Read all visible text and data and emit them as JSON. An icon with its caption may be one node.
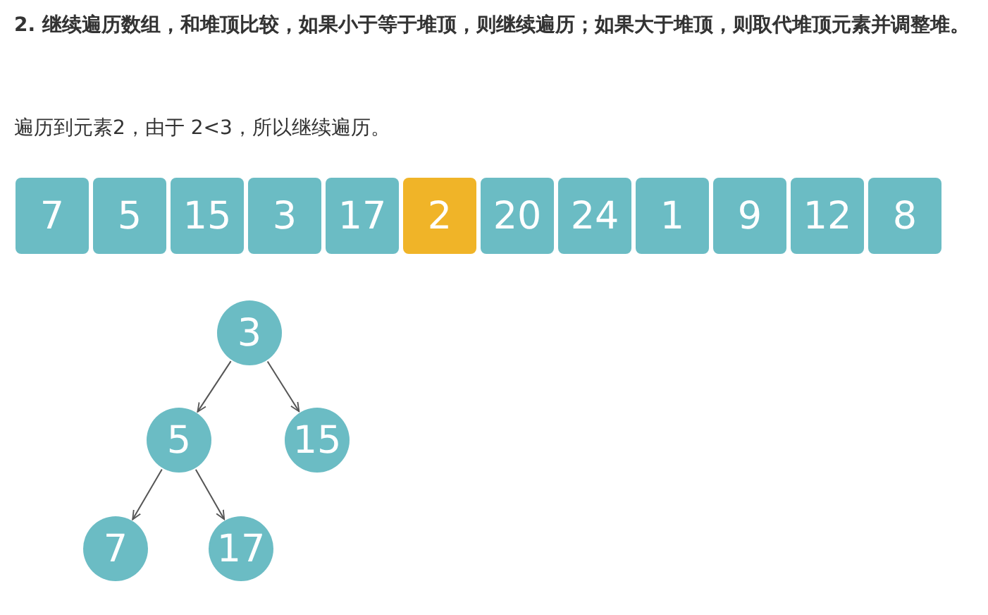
{
  "diagram": {
    "title": "2. 继续遍历数组，和堆顶比较，如果小于等于堆顶，则继续遍历；如果大于堆顶，则取代堆顶元素并调整堆。",
    "nodes": [
      {
        "text": [
          "7"
        ]
      },
      {
        "text": [
          "5"
        ]
      },
      {
        "text": [
          "15"
        ]
      },
      {
        "text": [
          "3"
        ]
      },
      {
        "text": [
          "17"
        ]
      },
      {
        "text": [
          "2"
        ]
      },
      {
        "text": [
          "20"
        ]
      },
      {
        "text": [
          "24"
        ]
      },
      {
        "text": [
          "1"
        ]
      },
      {
        "text": [
          "9"
        ]
      },
      {
        "text": [
          "12"
        ]
      },
      {
        "text": [
          "8"
        ]
      },
      {
        "text": [
          "3"
        ]
      },
      {
        "text": [
          "5"
        ]
      },
      {
        "text": [
          "15"
        ]
      },
      {
        "text": [
          "7"
        ]
      },
      {
        "text": [
          "17"
        ]
      }
    ],
    "edges": [
      {
        "from": 12,
        "to": 13,
        "arrow": "to"
      },
      {
        "from": 12,
        "to": 14,
        "arrow": "to"
      },
      {
        "from": 13,
        "to": 15,
        "arrow": "to"
      },
      {
        "from": 13,
        "to": 16,
        "arrow": "to"
      }
    ],
    "labels": [
      "遍历到元素2，由于 2<3，所以继续遍历。"
    ]
  }
}
